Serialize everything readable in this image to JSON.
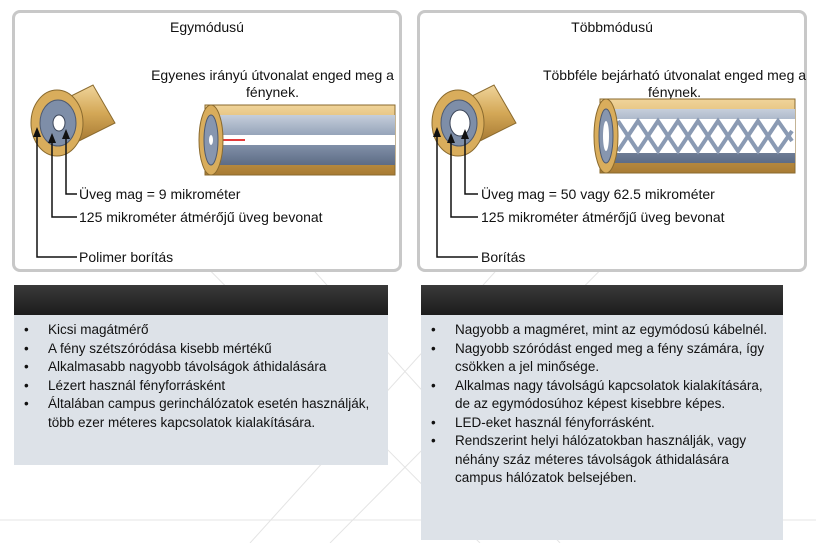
{
  "single_mode": {
    "title": "Egymódusú",
    "description": "Egyenes irányú útvonalat enged meg a fénynek.",
    "labels": {
      "core": "Üveg mag = 9 mikrométer",
      "cladding": "125 mikrométer átmérőjű üveg bevonat",
      "coating": "Polimer borítás"
    },
    "bullets": [
      "Kicsi magátmérő",
      "A fény szétszóródása kisebb mértékű",
      "Alkalmasabb nagyobb távolságok áthidalására",
      "Lézert használ fényforrásként",
      "Általában campus gerinchálózatok esetén használják, több ezer méteres kapcsolatok kialakítására."
    ]
  },
  "multi_mode": {
    "title": "Többmódusú",
    "description": "Többféle bejárható útvonalat enged meg a fénynek.",
    "labels": {
      "core": "Üveg mag = 50 vagy 62.5 mikrométer",
      "cladding": "125 mikrométer átmérőjű üveg bevonat",
      "coating": "Borítás"
    },
    "bullets": [
      "Nagyobb a magméret, mint az egymódosú kábelnél.",
      "Nagyobb szóródást enged meg a fény számára, így csökken a jel minősége.",
      "Alkalmas nagy távolságú kapcsolatok kialakítására, de az egymódosúhoz képest kisebbre képes.",
      "LED-eket használ fényforrásként.",
      "Rendszerint helyi hálózatokban használják, vagy néhány száz méteres távolságok áthidalására campus hálózatok belsejében."
    ]
  },
  "colors": {
    "coating": "#d4a857",
    "cladding": "#7e8ea8",
    "core": "#ffffff",
    "panel_border": "#c8c8c8",
    "list_bg": "#dde2e8",
    "list_header": "#2a2a2a"
  }
}
